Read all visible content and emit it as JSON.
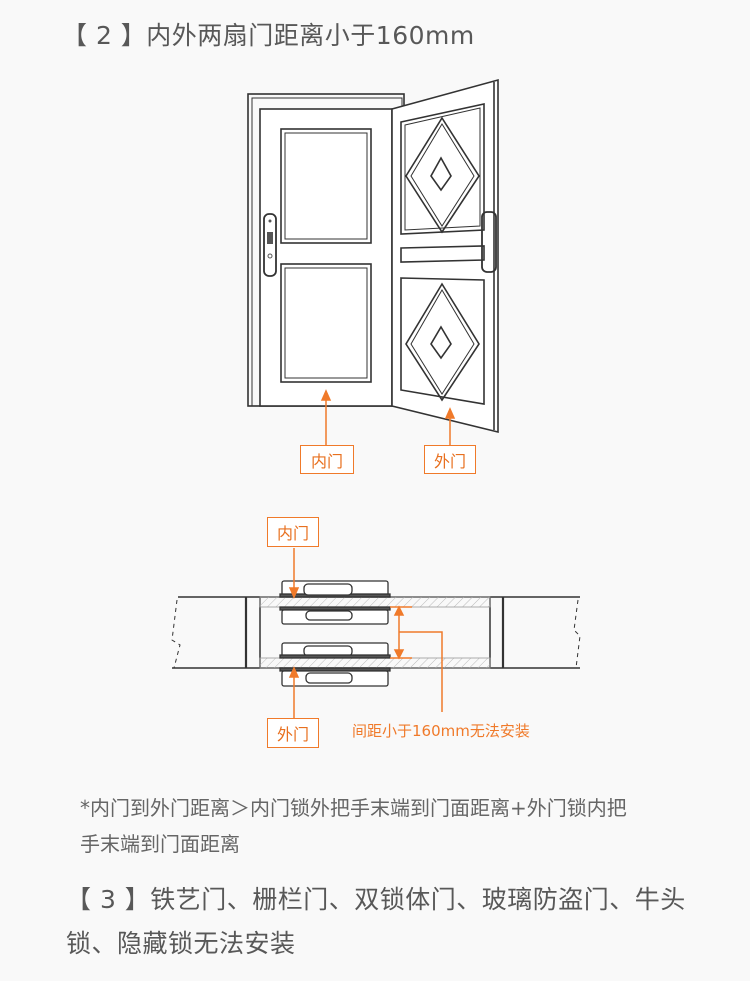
{
  "section2": {
    "heading": "【 2 】内外两扇门距离小于160mm"
  },
  "diagram_top": {
    "label_inner": "内门",
    "label_outer": "外门"
  },
  "diagram_bottom": {
    "label_inner": "内门",
    "label_outer": "外门",
    "gap_label": "间距小于160mm无法安装"
  },
  "note": {
    "line1": "*内门到外门距离＞内门锁外把手末端到门面距离+外门锁内把",
    "line2": "手末端到门面距离"
  },
  "section3": {
    "line1": "【 3 】铁艺门、栅栏门、双锁体门、玻璃防盗门、牛头",
    "line2": "锁、隐藏锁无法安装"
  },
  "colors": {
    "accent": "#f07a2a",
    "line": "#333333",
    "background": "#f9f9f9"
  }
}
